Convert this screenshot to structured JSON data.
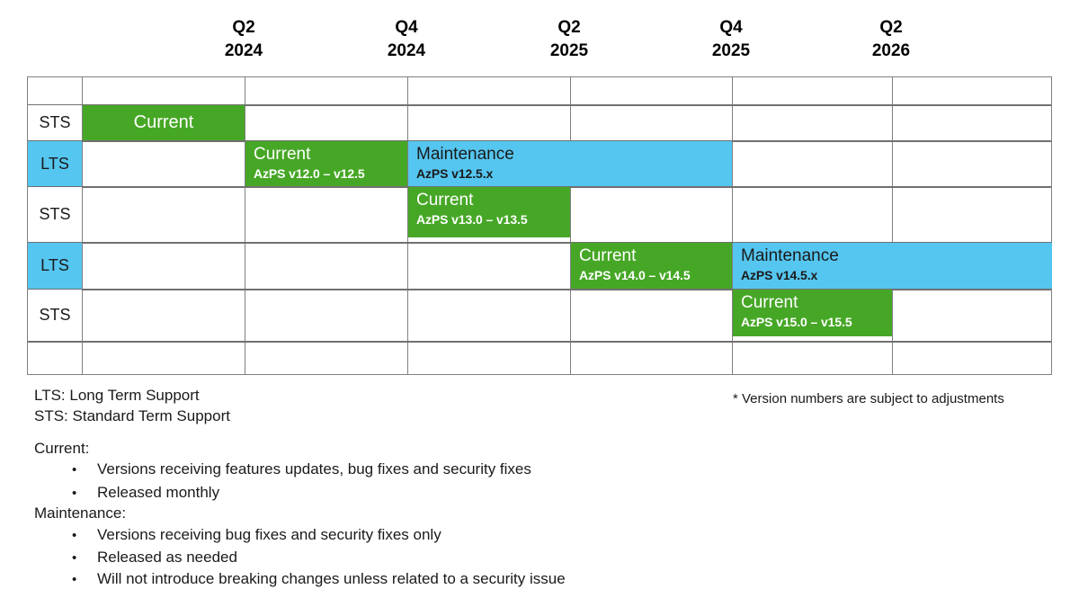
{
  "colors": {
    "current": "#46a726",
    "maintenance": "#55c6f0",
    "grid_line": "#808080",
    "text": "#1a1a1a"
  },
  "timeline": {
    "headers": [
      {
        "quarter": "Q2",
        "year": "2024"
      },
      {
        "quarter": "Q4",
        "year": "2024"
      },
      {
        "quarter": "Q2",
        "year": "2025"
      },
      {
        "quarter": "Q4",
        "year": "2025"
      },
      {
        "quarter": "Q2",
        "year": "2026"
      }
    ],
    "rows": [
      {
        "label": "",
        "type": "spacer"
      },
      {
        "label": "STS",
        "type": "sts"
      },
      {
        "label": "LTS",
        "type": "lts"
      },
      {
        "label": "STS",
        "type": "sts"
      },
      {
        "label": "LTS",
        "type": "lts"
      },
      {
        "label": "STS",
        "type": "sts"
      },
      {
        "label": "",
        "type": "spacer"
      }
    ],
    "bars": [
      {
        "row": 1,
        "phase": "Current",
        "versions": "",
        "style": "green",
        "centered": true
      },
      {
        "row": 2,
        "phase": "Current",
        "versions": "AzPS v12.0 – v12.5",
        "style": "green",
        "centered": false
      },
      {
        "row": 2,
        "phase": "Maintenance",
        "versions": "AzPS v12.5.x",
        "style": "blue",
        "centered": false
      },
      {
        "row": 3,
        "phase": "Current",
        "versions": "AzPS v13.0 – v13.5",
        "style": "green",
        "centered": false
      },
      {
        "row": 4,
        "phase": "Current",
        "versions": "AzPS v14.0 – v14.5",
        "style": "green",
        "centered": false
      },
      {
        "row": 4,
        "phase": "Maintenance",
        "versions": "AzPS v14.5.x",
        "style": "blue",
        "centered": false
      },
      {
        "row": 5,
        "phase": "Current",
        "versions": "AzPS v15.0 – v15.5",
        "style": "green",
        "centered": false
      }
    ]
  },
  "legend": {
    "lts": "LTS: Long Term Support",
    "sts": "STS: Standard Term Support",
    "note": "* Version numbers are subject to adjustments"
  },
  "definitions": {
    "current_heading": "Current:",
    "current_bullets": [
      "Versions receiving features updates, bug fixes and security fixes",
      "Released monthly"
    ],
    "maintenance_heading": "Maintenance:",
    "maintenance_bullets": [
      "Versions receiving bug fixes and security fixes only",
      "Released as needed",
      "Will not introduce breaking changes unless related to a security issue"
    ],
    "bullet_glyph": "•"
  }
}
